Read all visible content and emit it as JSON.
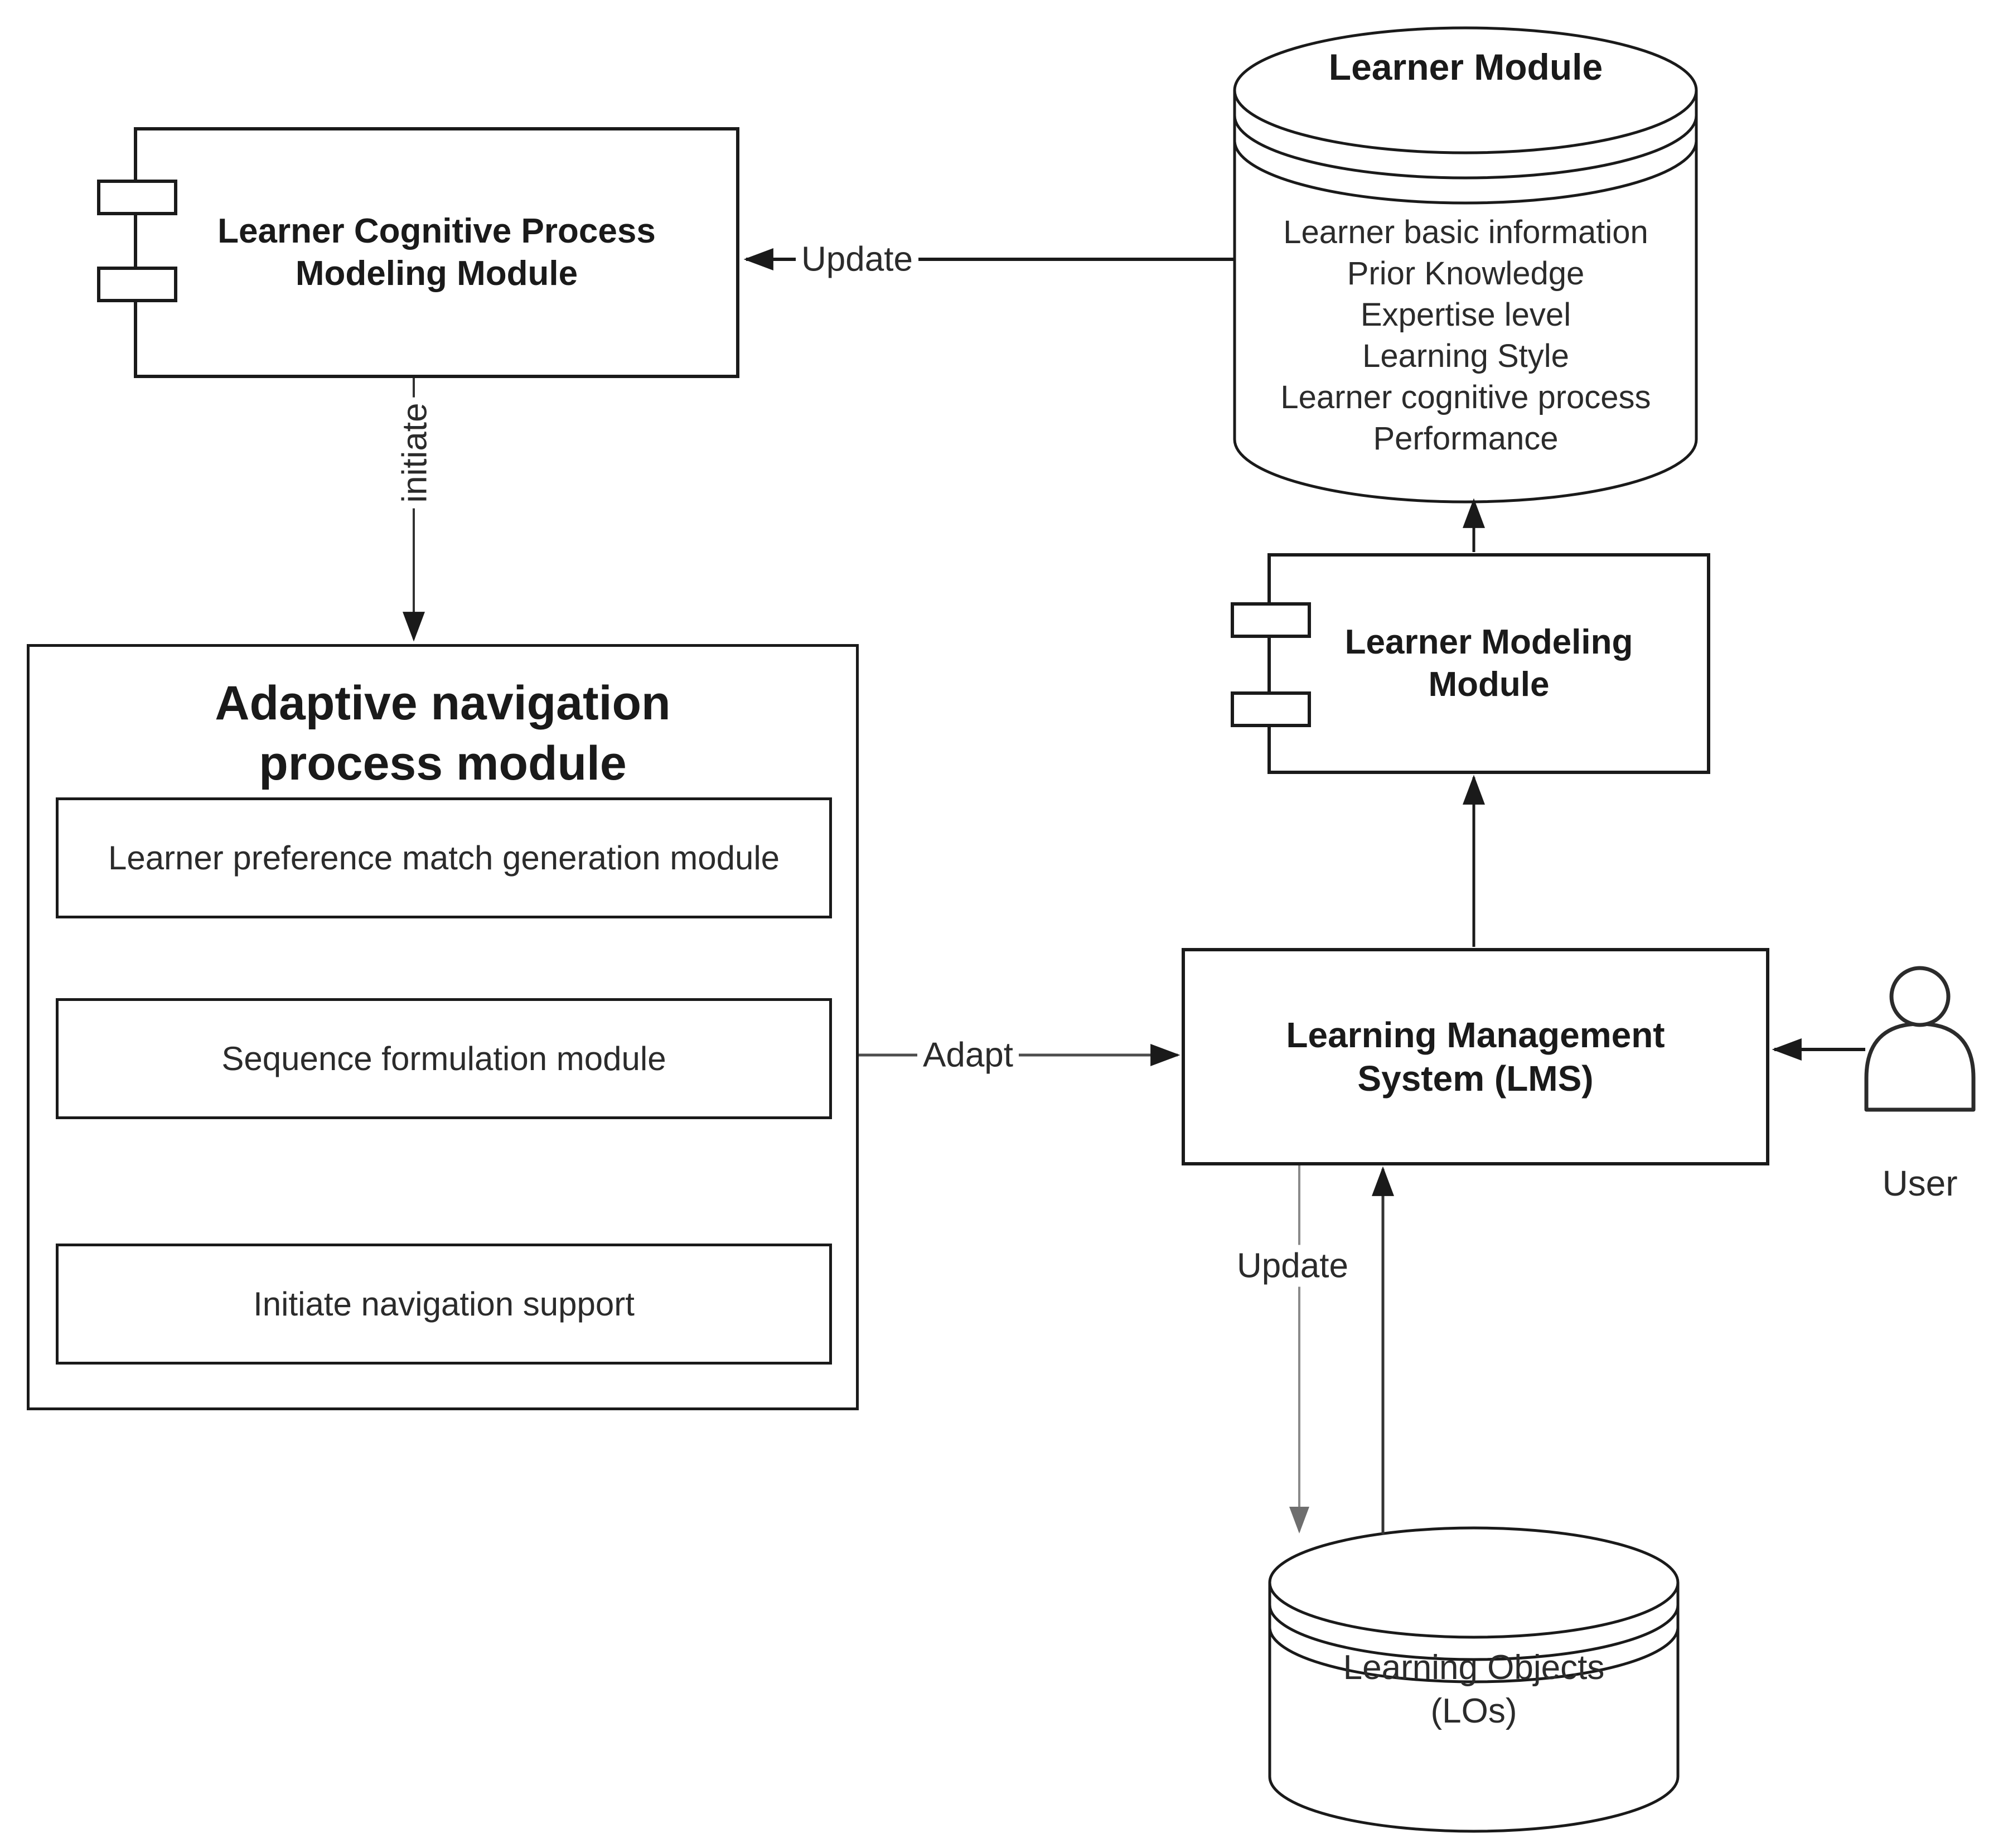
{
  "diagram": {
    "colors": {
      "stroke": "#1a1a1a",
      "muted_line": "#8a8a8a",
      "background": "#ffffff"
    },
    "cognitive_module": {
      "title": "Learner Cognitive Process\nModeling Module"
    },
    "adaptive_module": {
      "title": "Adaptive navigation\nprocess module",
      "children": [
        "Learner preference match generation module",
        "Sequence formulation module",
        "Initiate navigation support"
      ]
    },
    "learner_db": {
      "title": "Learner Module",
      "items": [
        "Learner basic information",
        "Prior Knowledge",
        "Expertise level",
        "Learning Style",
        "Learner cognitive process",
        "Performance"
      ]
    },
    "modeling_module": {
      "title": "Learner Modeling\nModule"
    },
    "lms": {
      "title": "Learning Management\nSystem (LMS)"
    },
    "user": {
      "icon": "person-icon",
      "label": "User"
    },
    "los_db": {
      "title": "Learning Objects\n(LOs)"
    },
    "edges": {
      "update_top": "Update",
      "initiate": "initiate",
      "adapt": "Adapt",
      "update_bottom": "Update"
    }
  }
}
